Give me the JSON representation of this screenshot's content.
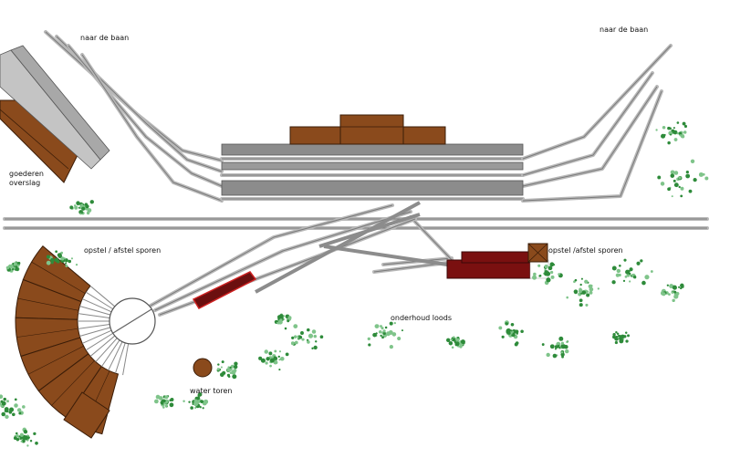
{
  "labels": {
    "to_line_left": "naar de baan",
    "to_line_right": "naar de baan",
    "goods_transfer": "goederen\noverslag",
    "storage_tracks_left": "opstel / afstel sporen",
    "storage_tracks_right": "opstel /afstel sporen",
    "maintenance_shed": "onderhoud loods",
    "water_tower": "water toren"
  },
  "colors": {
    "track_rail": "#7a7a7a",
    "track_tie": "#b8b8b8",
    "platform": "#8c8c8c",
    "platform_light": "#c4c4c4",
    "station_roof": "#8a4a1c",
    "roundhouse_roof": "#8a4a1c",
    "maintenance_shed": "#7a1010",
    "shed_annex": "#ffffff",
    "water_tower": "#8a4a1c",
    "foliage": "#2e8b3a",
    "wagon": "#6b0f0f"
  }
}
